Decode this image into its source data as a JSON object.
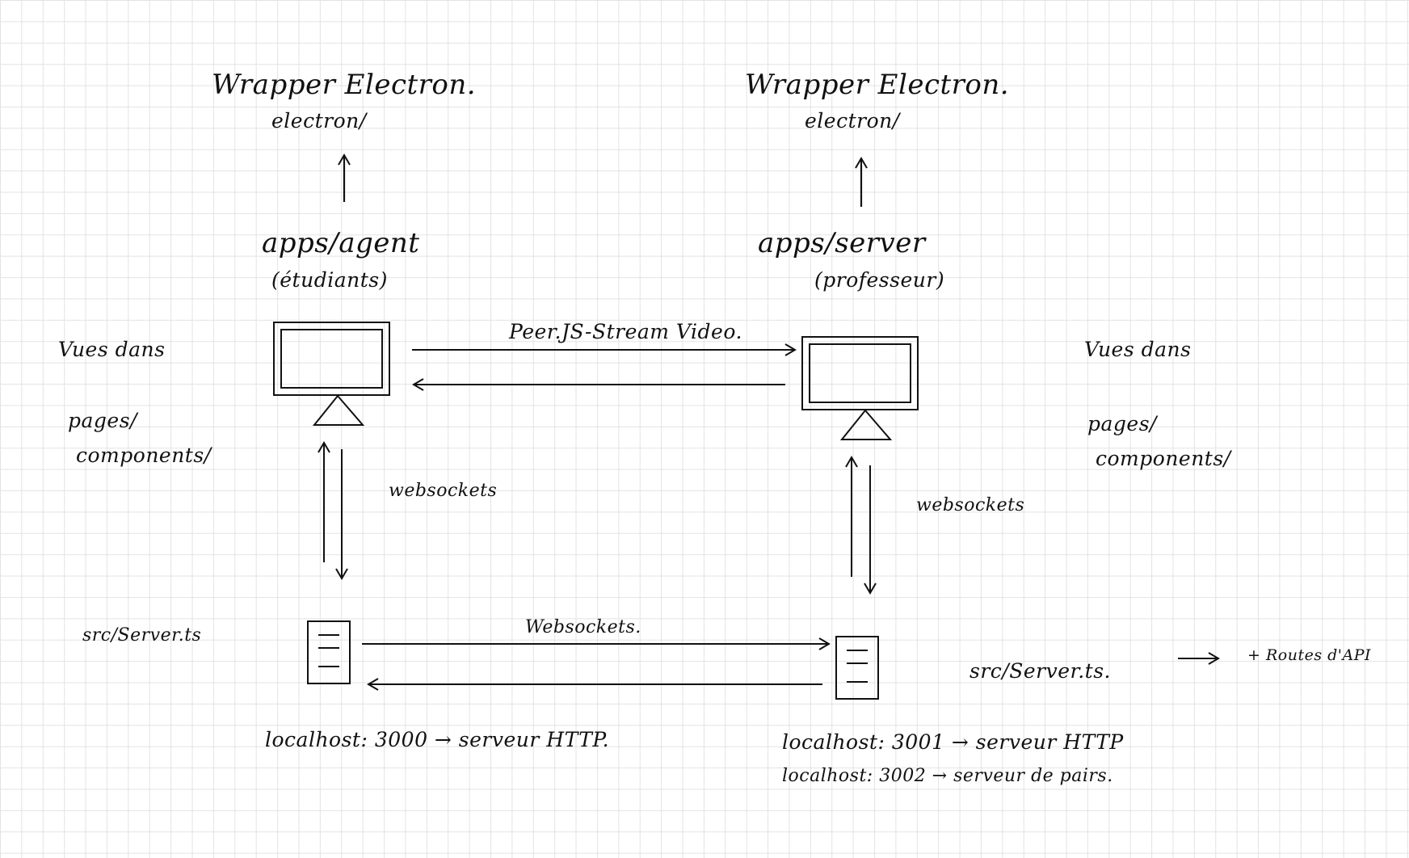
{
  "left": {
    "wrapper_title": "Wrapper Electron.",
    "wrapper_path": "electron/",
    "app_path": "apps/agent",
    "app_role": "(étudiants)",
    "views_title": "Vues dans",
    "views_pages": "pages/",
    "views_components": "components/",
    "websockets_label": "websockets",
    "server_file": "src/Server.ts",
    "localhost_line": "localhost: 3000 → serveur HTTP."
  },
  "right": {
    "wrapper_title": "Wrapper Electron.",
    "wrapper_path": "electron/",
    "app_path": "apps/server",
    "app_role": "(professeur)",
    "views_title": "Vues dans",
    "views_pages": "pages/",
    "views_components": "components/",
    "websockets_label": "websockets",
    "server_file": "src/Server.ts.",
    "api_note": "+ Routes d'API",
    "localhost_line_1": "localhost: 3001 → serveur HTTP",
    "localhost_line_2": "localhost: 3002 → serveur de pairs."
  },
  "middle": {
    "peer_stream_label": "Peer.JS-Stream Video.",
    "websockets_label": "Websockets."
  },
  "colors": {
    "ink": "#111111",
    "grid": "#e3e3e3",
    "paper": "#ffffff"
  },
  "icons": {
    "client": "monitor-icon",
    "server": "server-icon"
  }
}
